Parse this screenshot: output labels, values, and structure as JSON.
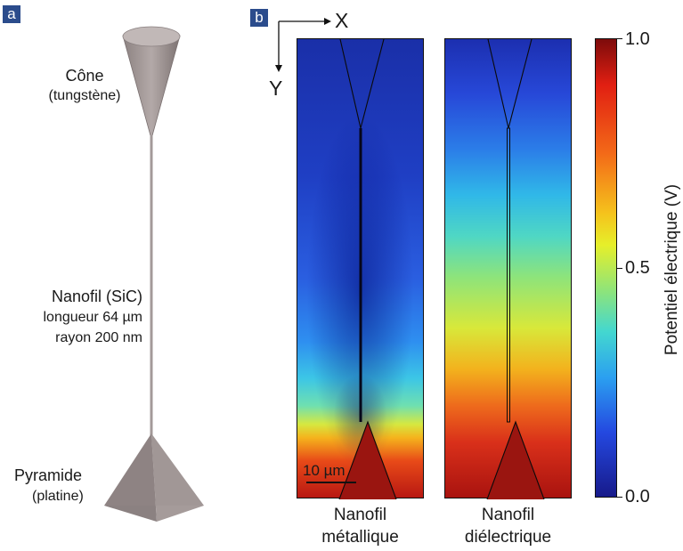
{
  "panel_a": {
    "tag": "a",
    "cone_label": "Cône",
    "cone_material": "(tungstène)",
    "wire_label": "Nanofil (SiC)",
    "wire_length": "longueur 64 µm",
    "wire_radius": "rayon 200 nm",
    "pyramid_label": "Pyramide",
    "pyramid_material": "(platine)"
  },
  "panel_b": {
    "tag": "b",
    "axis_x": "X",
    "axis_y": "Y",
    "scale_bar": "10 µm",
    "map_left_line1": "Nanofil",
    "map_left_line2": "métallique",
    "map_right_line1": "Nanofil",
    "map_right_line2": "diélectrique",
    "colorbar": {
      "max": "1.0",
      "mid": "0.5",
      "min": "0.0",
      "title": "Potentiel électrique (V)"
    }
  },
  "colors": {
    "tag_bg": "#2b4c8c",
    "probe_gray": "#9e9392",
    "outline": "#111111"
  }
}
